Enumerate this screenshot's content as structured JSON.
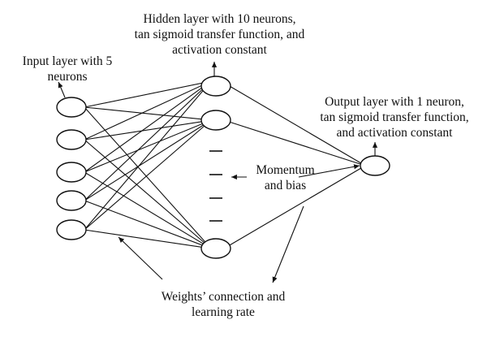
{
  "labels": {
    "hidden_line1": "Hidden layer with 10 neurons,",
    "hidden_line2": "tan sigmoid transfer function, and",
    "hidden_line3": "activation constant",
    "input_line1": "Input layer with 5",
    "input_line2": "neurons",
    "output_line1": "Output layer with 1 neuron,",
    "output_line2": "tan sigmoid transfer function,",
    "output_line3": "and activation constant",
    "momentum_line1": "Momentum",
    "momentum_line2": "and bias",
    "weights_line1": "Weights’ connection and",
    "weights_line2": "learning rate"
  },
  "network": {
    "input_neurons": 5,
    "hidden_neurons": 10,
    "output_neurons": 1
  }
}
